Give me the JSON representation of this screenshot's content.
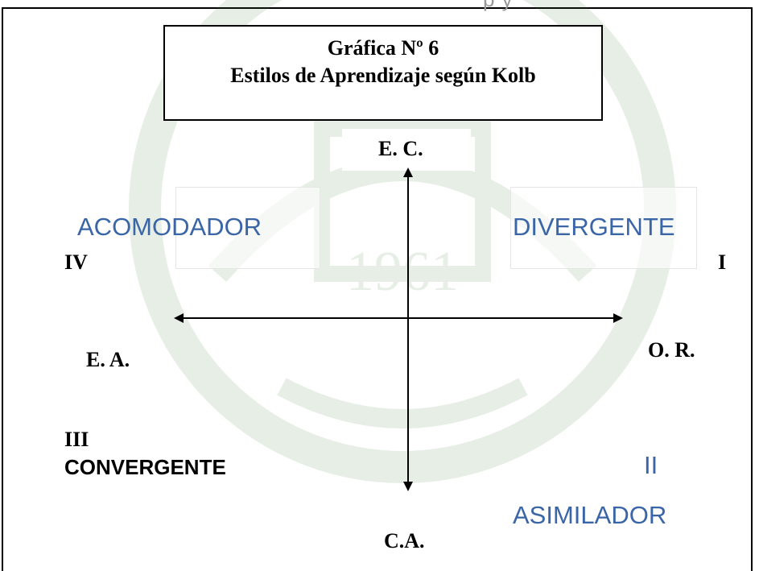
{
  "header": {
    "partial_text": "p       y"
  },
  "title": {
    "line1": "Gráfica Nº 6",
    "line2": "Estilos de Aprendizaje según Kolb"
  },
  "axes": {
    "top": "E. C.",
    "bottom": "C.A.",
    "left": "E. A.",
    "right": "O. R."
  },
  "quadrants": {
    "q1": {
      "numeral": "I",
      "name": "DIVERGENTE"
    },
    "q2": {
      "numeral": "II",
      "name": "ASIMILADOR"
    },
    "q3": {
      "numeral": "III",
      "name": "CONVERGENTE"
    },
    "q4": {
      "numeral": "IV",
      "name": "ACOMODADOR"
    }
  },
  "watermark": {
    "year": "1961"
  },
  "colors": {
    "quadrant_blue": "#3a66a8",
    "axis": "#000000"
  }
}
